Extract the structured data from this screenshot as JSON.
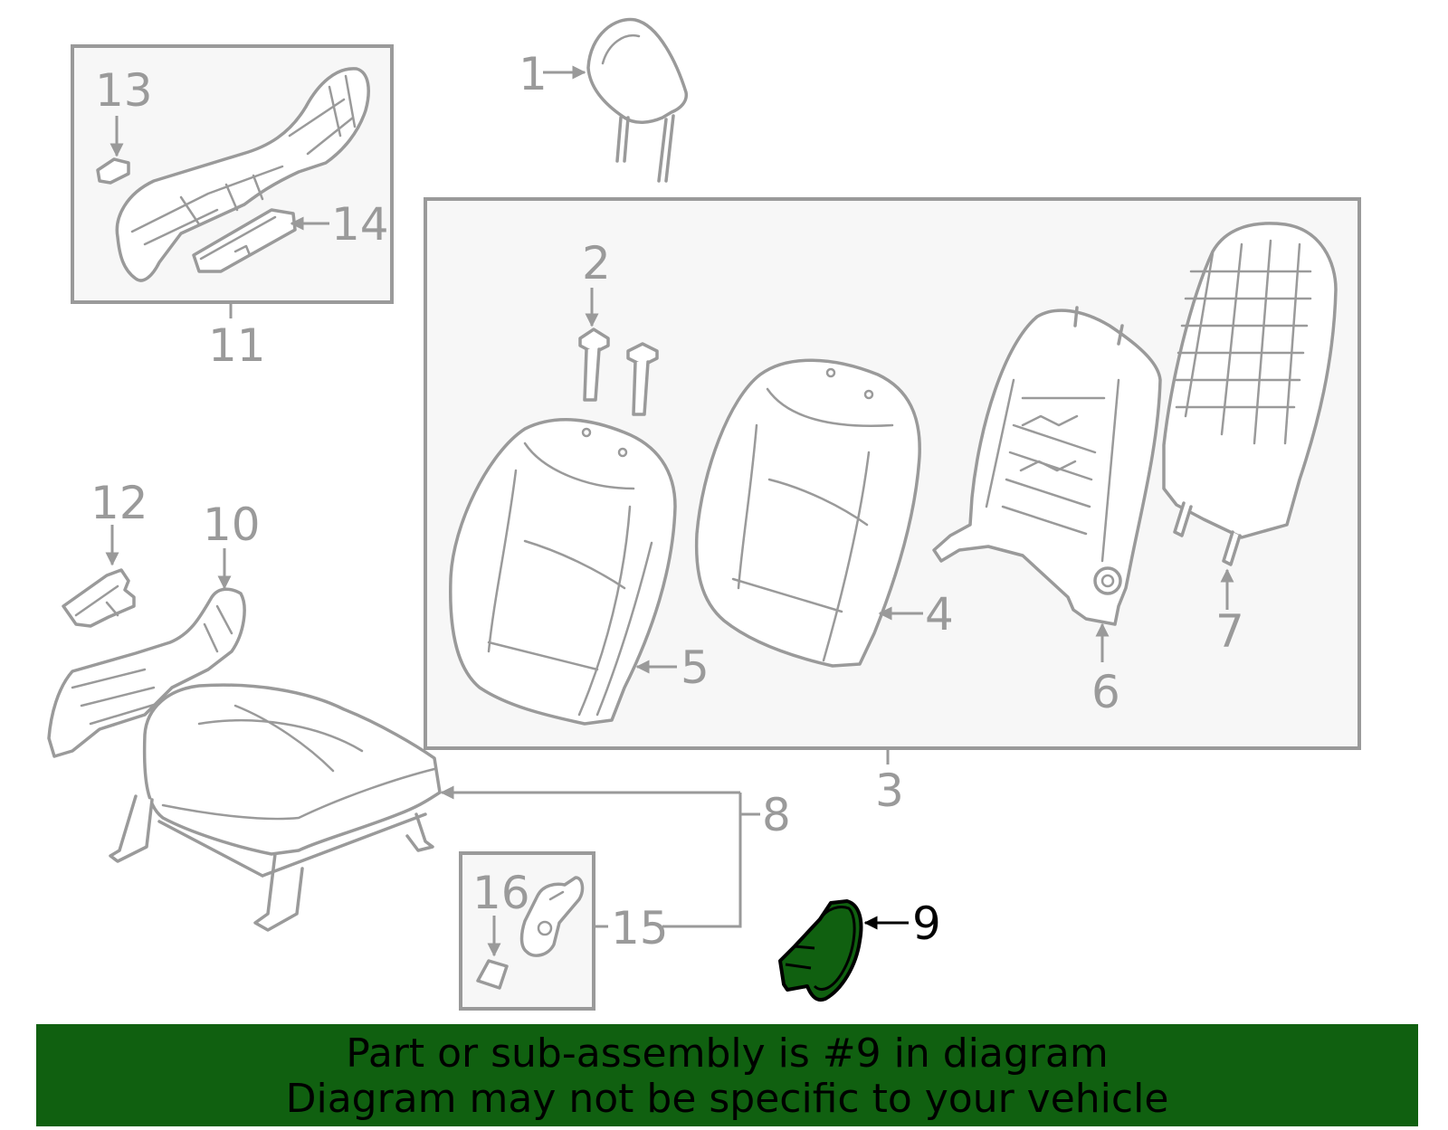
{
  "diagram": {
    "callouts": {
      "c1": "1",
      "c2": "2",
      "c3": "3",
      "c4": "4",
      "c5": "5",
      "c6": "6",
      "c7": "7",
      "c8": "8",
      "c9": "9",
      "c10": "10",
      "c11": "11",
      "c12": "12",
      "c13": "13",
      "c14": "14",
      "c15": "15",
      "c16": "16"
    },
    "highlighted_part": "9",
    "colors": {
      "line_gray": "#9a9a9a",
      "box_fill": "#f7f7f7",
      "highlight_fill": "#106010",
      "banner_bg": "#106010",
      "text_highlight": "#000000"
    }
  },
  "banner": {
    "line1": "Part or sub-assembly is #9 in diagram",
    "line2": "Diagram may not be specific to your vehicle"
  }
}
